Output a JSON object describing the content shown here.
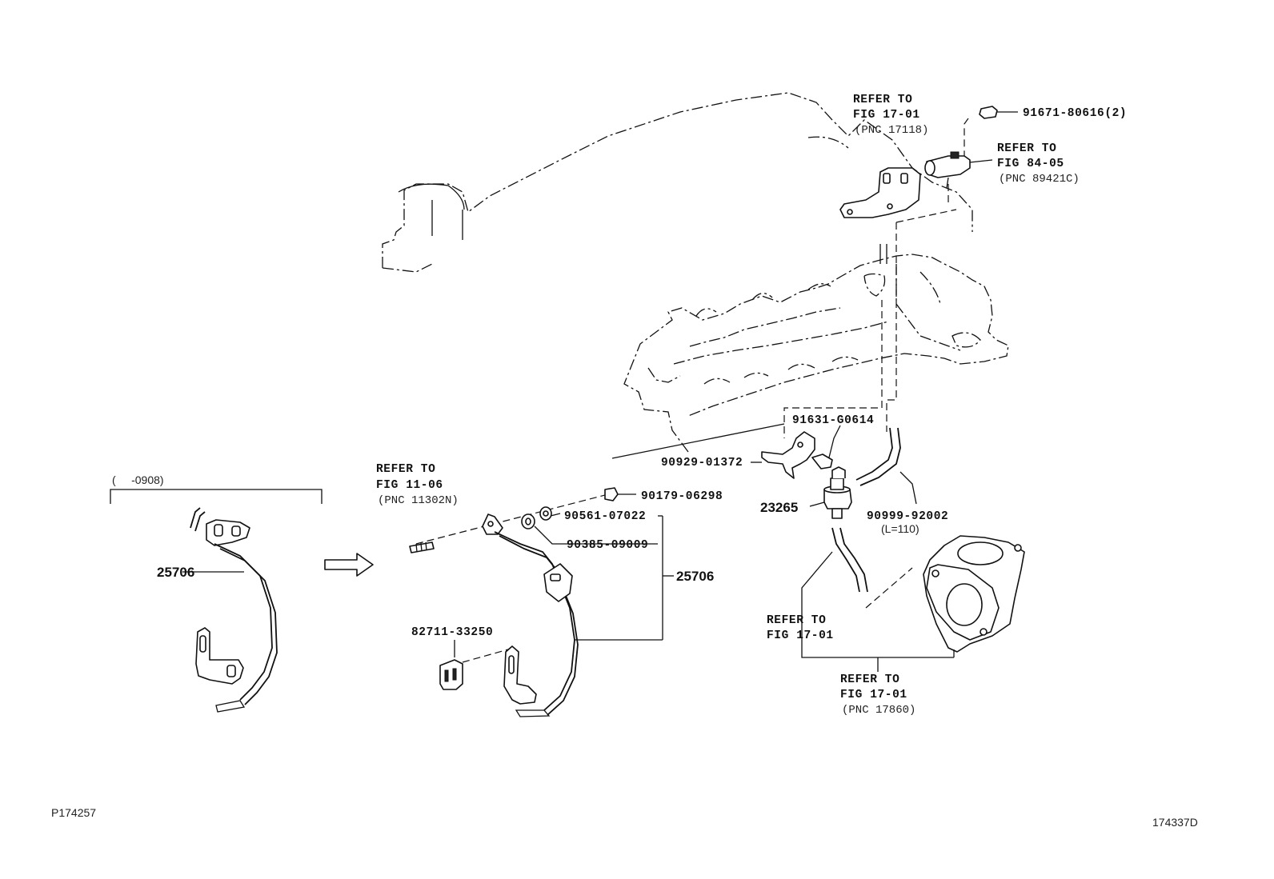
{
  "labels": {
    "pn_91671": "91671-80616(2)",
    "refer_17118": [
      "REFER TO",
      "FIG 17-01",
      "(PNC 17118)"
    ],
    "refer_89421c": [
      "REFER TO",
      "FIG 84-05",
      "(PNC 89421C)"
    ],
    "pn_91631": "91631-G0614",
    "pn_90929": "90929-01372",
    "pn_23265": "23265",
    "pn_90999": "90999-92002",
    "pn_90999_len": "(L=110)",
    "refer_11302n": [
      "REFER TO",
      "FIG 11-06",
      "(PNC 11302N)"
    ],
    "pn_90179": "90179-06298",
    "pn_90561": "90561-07022",
    "pn_90385": "90385-09009",
    "pn_25706_right": "25706",
    "pn_82711": "82711-33250",
    "refer_17_01": [
      "REFER TO",
      "FIG 17-01"
    ],
    "refer_17860": [
      "REFER TO",
      "FIG 17-01",
      "(PNC 17860)"
    ],
    "date_range": "(     -0908)",
    "pn_25706_left": "25706",
    "footer_left": "P174257",
    "footer_right": "174337D"
  }
}
